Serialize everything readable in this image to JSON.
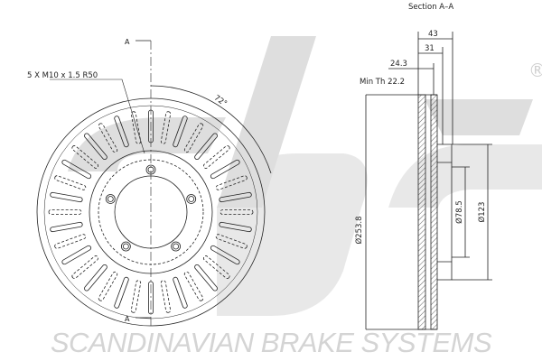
{
  "logo": {
    "brand": "sbs",
    "registered": "®",
    "tagline": "SCANDINAVIAN BRAKE SYSTEMS",
    "watermark_color": "#dcdcdc"
  },
  "front_view": {
    "section_marker_top": "A",
    "section_marker_bottom": "A",
    "bolt_label": "5 X M10 x 1.5 R50",
    "angle_label": "72°",
    "bolt_count": 5
  },
  "section_view": {
    "title": "Section A–A",
    "dims": {
      "overall_height": "43",
      "hub_height": "31",
      "disc_thickness": "24.3",
      "min_thickness": "Min Th  22.2",
      "outer_diameter": "Ø253.8",
      "center_bore": "Ø78.5",
      "hub_diameter": "Ø123"
    }
  },
  "colors": {
    "line": "#222222",
    "watermark": "#dcdcdc"
  }
}
